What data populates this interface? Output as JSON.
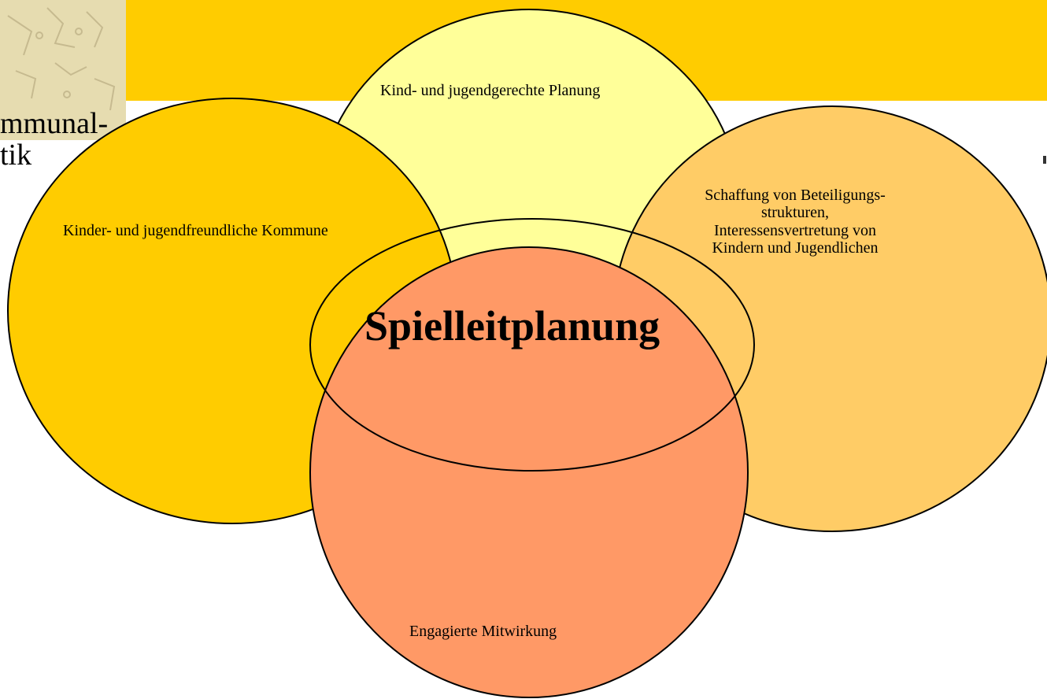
{
  "background": {
    "top_bar_color": "#ffcc00",
    "texture_color": "#e6dcb0",
    "partial_title_line1": "mmunal-",
    "partial_title_line2": "tik"
  },
  "venn": {
    "center_label": "Spielleitplanung",
    "circles": [
      {
        "label": "Kind- und jugendgerechte Planung",
        "color": "#ffff99"
      },
      {
        "label": "Kinder- und jugendfreundliche Kommune",
        "color": "#ffcc00"
      },
      {
        "label": "Schaffung von Beteiligungs-strukturen, Interessensvertretung von Kindern und Jugendlichen",
        "color": "#ffcc66"
      },
      {
        "label": "Engagierte Mitwirkung",
        "color": "#ff9966"
      }
    ]
  }
}
